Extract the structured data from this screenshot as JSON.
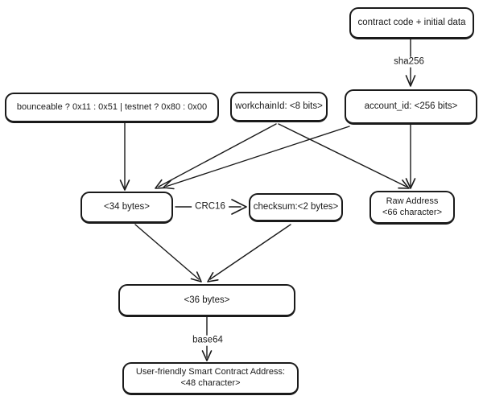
{
  "diagram": {
    "nodes": {
      "contract_code": "contract code + initial data",
      "flags": "bounceable ? 0x11 : 0x51 | testnet ? 0x80 : 0x00",
      "workchain_id": "workchainId: <8 bits>",
      "account_id": "account_id: <256 bits>",
      "payload_34": "<34 bytes>",
      "checksum": "checksum:<2 bytes>",
      "raw_address_line1": "Raw Address",
      "raw_address_line2": "<66 character>",
      "payload_36": "<36 bytes>",
      "friendly_line1": "User-friendly Smart Contract Address:",
      "friendly_line2": "<48 character>"
    },
    "edge_labels": {
      "hash": "sha256",
      "crc": "CRC16",
      "encode": "base64"
    }
  },
  "colors": {
    "ink": "#1a1a1a",
    "background": "#ffffff"
  }
}
